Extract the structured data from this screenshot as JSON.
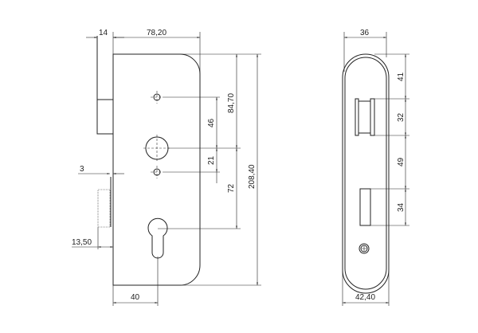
{
  "front_view": {
    "dims": {
      "forend": "14",
      "body_width": "78,20",
      "hole_spacing_1": "46",
      "hole_spacing_2": "21",
      "spindle_from_top": "84,70",
      "spindle_to_cylinder": "72",
      "total_height": "208,40",
      "backset": "40",
      "strike_offset": "3",
      "latch_depth": "13,50"
    }
  },
  "side_view": {
    "dims": {
      "inner_width": "36",
      "outer_width": "42,40",
      "top_to_latch": "41",
      "latch_height": "32",
      "latch_to_bolt": "49",
      "bolt_height": "34"
    }
  },
  "colors": {
    "line": "#222222",
    "background": "#ffffff"
  }
}
